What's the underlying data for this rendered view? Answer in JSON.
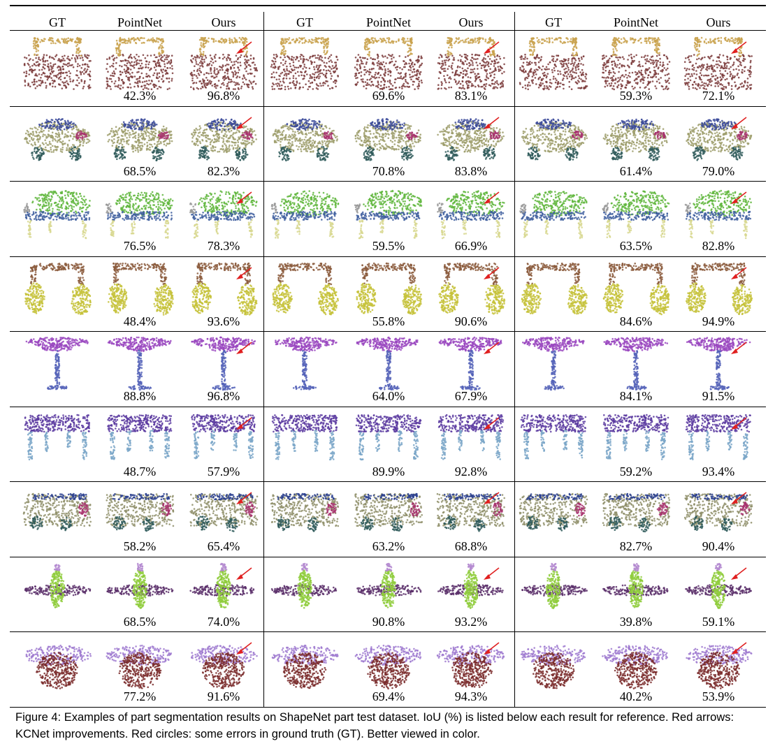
{
  "headers": [
    "GT",
    "PointNet",
    "Ours",
    "GT",
    "PointNet",
    "Ours",
    "GT",
    "PointNet",
    "Ours"
  ],
  "rows": [
    {
      "shape": "bag",
      "colors": [
        "#7b3b3b",
        "#c9a24d"
      ],
      "blocks": [
        [
          "42.3%",
          "96.8%"
        ],
        [
          "69.6%",
          "83.1%"
        ],
        [
          "59.3%",
          "72.1%"
        ]
      ]
    },
    {
      "shape": "car",
      "colors": [
        "#9c9c6a",
        "#3b4a9a",
        "#2f5a5a",
        "#a8326e"
      ],
      "blocks": [
        [
          "68.5%",
          "82.3%"
        ],
        [
          "70.8%",
          "83.8%"
        ],
        [
          "61.4%",
          "79.0%"
        ]
      ]
    },
    {
      "shape": "chair",
      "colors": [
        "#5fb63c",
        "#3f5f9f",
        "#d8d890",
        "#999999"
      ],
      "blocks": [
        [
          "76.5%",
          "78.3%"
        ],
        [
          "59.5%",
          "66.9%"
        ],
        [
          "63.5%",
          "82.8%"
        ]
      ]
    },
    {
      "shape": "headphones",
      "colors": [
        "#8b5a3c",
        "#c6c23a"
      ],
      "blocks": [
        [
          "48.4%",
          "93.6%"
        ],
        [
          "55.8%",
          "90.6%"
        ],
        [
          "84.6%",
          "94.9%"
        ]
      ]
    },
    {
      "shape": "lamp",
      "colors": [
        "#9a48c0",
        "#5563b8"
      ],
      "blocks": [
        [
          "88.8%",
          "96.8%"
        ],
        [
          "64.0%",
          "67.9%"
        ],
        [
          "84.1%",
          "91.5%"
        ]
      ]
    },
    {
      "shape": "table",
      "colors": [
        "#5a3aa0",
        "#7aa6c8"
      ],
      "blocks": [
        [
          "48.7%",
          "57.9%"
        ],
        [
          "89.9%",
          "92.8%"
        ],
        [
          "59.2%",
          "93.4%"
        ]
      ]
    },
    {
      "shape": "vehicle",
      "colors": [
        "#8f8f6a",
        "#2a3f8f",
        "#2f5a5a",
        "#a8326e"
      ],
      "blocks": [
        [
          "58.2%",
          "65.4%"
        ],
        [
          "63.2%",
          "68.8%"
        ],
        [
          "82.7%",
          "90.4%"
        ]
      ]
    },
    {
      "shape": "airplane",
      "colors": [
        "#5a2f6a",
        "#8fcc3c",
        "#b48ad0"
      ],
      "blocks": [
        [
          "68.5%",
          "74.0%"
        ],
        [
          "90.8%",
          "93.2%"
        ],
        [
          "39.8%",
          "59.1%"
        ]
      ]
    },
    {
      "shape": "cap",
      "colors": [
        "#7a2c2c",
        "#9f7ad0"
      ],
      "blocks": [
        [
          "77.2%",
          "91.6%"
        ],
        [
          "69.4%",
          "94.3%"
        ],
        [
          "40.2%",
          "53.9%"
        ]
      ]
    }
  ],
  "annotation_color": "#e02020",
  "caption": "Figure 4:  Examples of part segmentation results on ShapeNet part test dataset.  IoU (%) is listed below each result for reference. Red arrows: KCNet improvements. Red circles: some errors in ground truth (GT). Better viewed in color."
}
